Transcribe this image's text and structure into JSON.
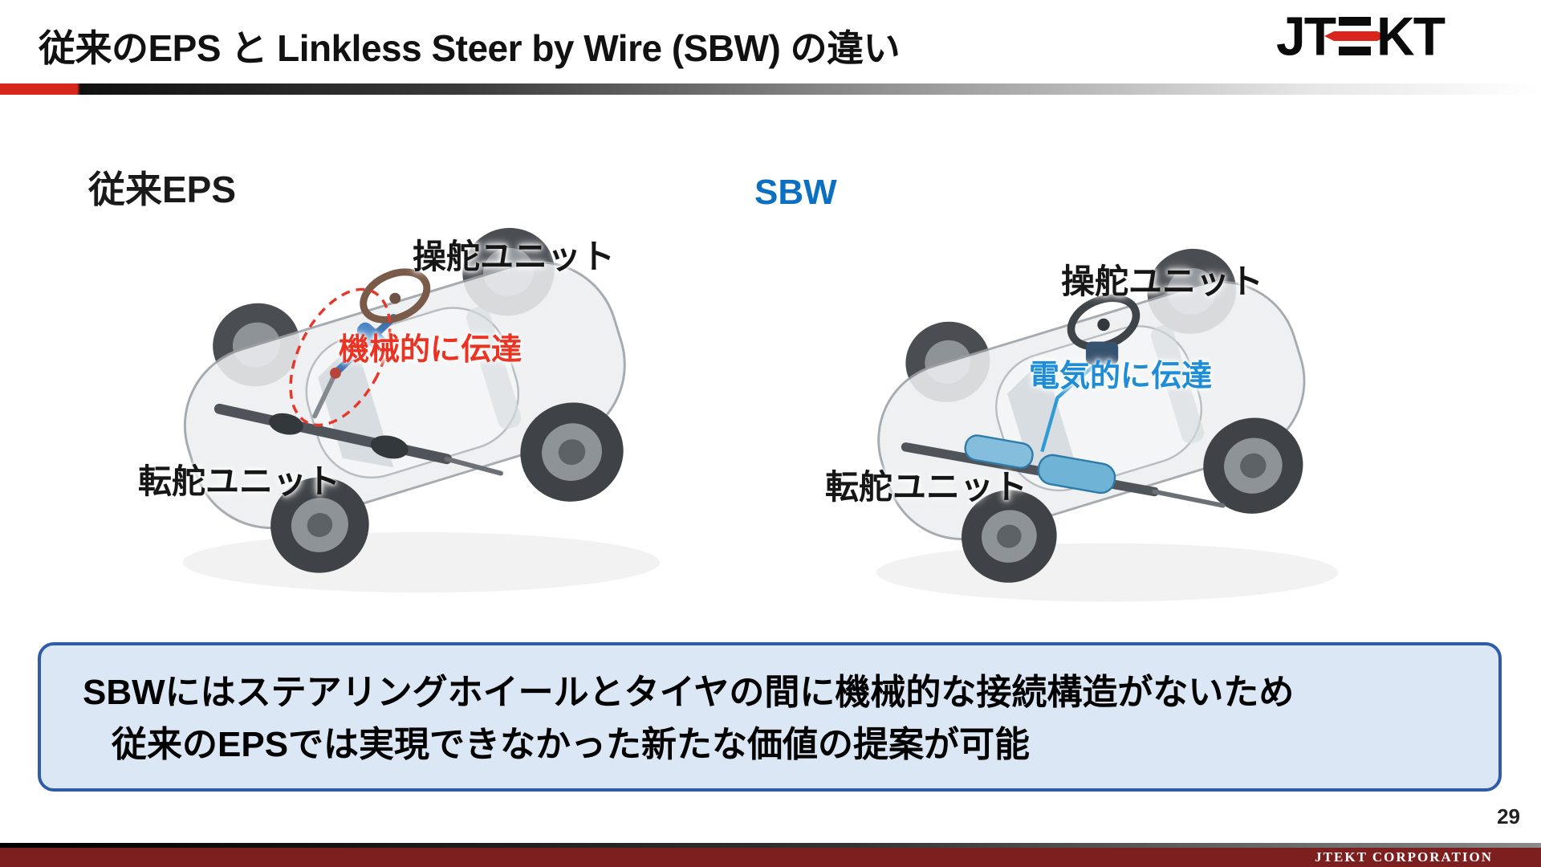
{
  "header": {
    "title": "従来のEPS と Linkless Steer by Wire (SBW) の違い",
    "logo_text_left": "JT",
    "logo_text_right": "KT"
  },
  "left_panel": {
    "title": "従来EPS",
    "steering_unit_label": "操舵ユニット",
    "transmission_label": "機械的に伝達",
    "rack_unit_label": "転舵ユニット"
  },
  "right_panel": {
    "title": "SBW",
    "steering_unit_label": "操舵ユニット",
    "transmission_label": "電気的に伝達",
    "rack_unit_label": "転舵ユニット"
  },
  "callout": {
    "line1": "SBWにはステアリングホイールとタイヤの間に機械的な接続構造がないため",
    "line2": "従来のEPSでは実現できなかった新たな価値の提案が可能"
  },
  "footer": {
    "page_number": "29",
    "company": "JTEKT CORPORATION"
  },
  "colors": {
    "accent_red": "#d9261c",
    "sbw_blue": "#0b6fc2",
    "mechanical_red": "#ea3323",
    "electrical_blue": "#1f8dd6",
    "callout_bg": "#dbe7f4",
    "callout_border": "#2e5ca8",
    "footer_maroon": "#7e1f1f"
  }
}
